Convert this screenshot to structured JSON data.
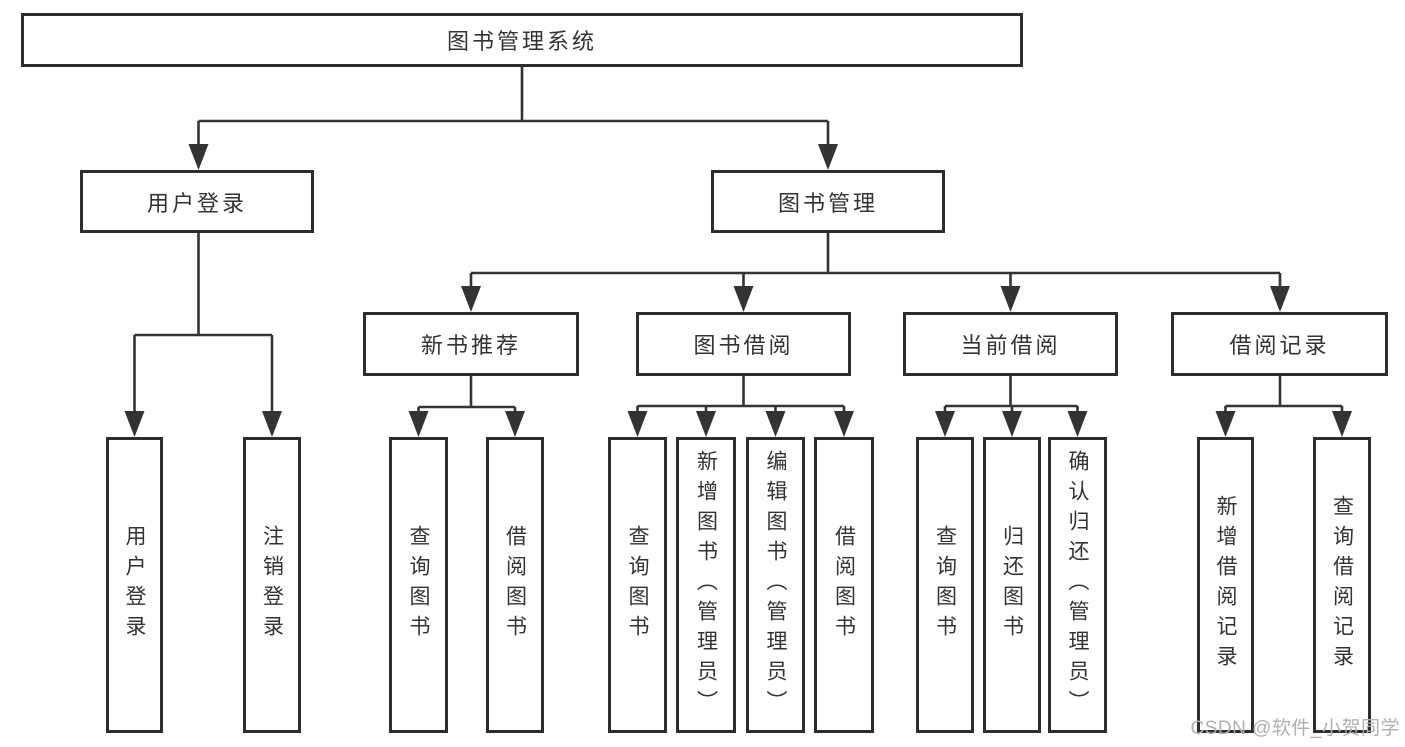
{
  "tree": {
    "root": "图书管理系统",
    "user_login": {
      "label": "用户登录",
      "children": [
        "用户登录",
        "注销登录"
      ]
    },
    "book_mgmt": {
      "label": "图书管理",
      "sections": {
        "new_books": {
          "label": "新书推荐",
          "children": [
            "查询图书",
            "借阅图书"
          ]
        },
        "book_borrow": {
          "label": "图书借阅",
          "children": [
            "查询图书",
            "新增图书（管理员）",
            "编辑图书（管理员）",
            "借阅图书"
          ]
        },
        "current_borrow": {
          "label": "当前借阅",
          "children": [
            "查询图书",
            "归还图书",
            "确认归还（管理员）"
          ]
        },
        "borrow_records": {
          "label": "借阅记录",
          "children": [
            "新增借阅记录",
            "查询借阅记录"
          ]
        }
      }
    }
  },
  "watermark": "CSDN @软件_小贺同学",
  "colors": {
    "line": "#333333",
    "border": "#2d2d2d",
    "text": "#333333",
    "watermark": "#b0b0b0",
    "background": "#ffffff"
  }
}
